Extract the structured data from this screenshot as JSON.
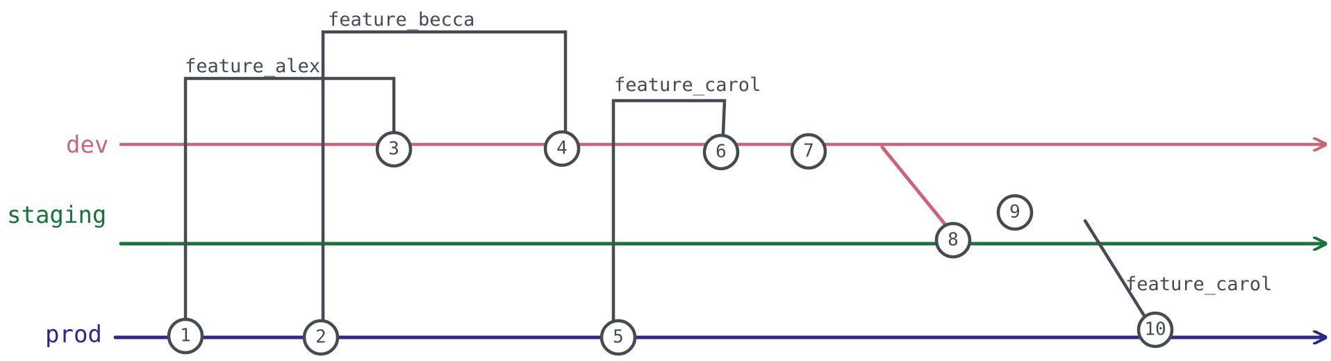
{
  "colors": {
    "dev": "#c9677a",
    "staging": "#18733a",
    "prod": "#2e2889",
    "node": "#464b52",
    "feature": "#454b53"
  },
  "branches": {
    "dev": "dev",
    "staging": "staging",
    "prod": "prod"
  },
  "features": {
    "alex": "feature_alex",
    "becca": "feature_becca",
    "carol": "feature_carol",
    "carol_hotfix": "feature_carol"
  },
  "commits": {
    "c1": "1",
    "c2": "2",
    "c3": "3",
    "c4": "4",
    "c5": "5",
    "c6": "6",
    "c7": "7",
    "c8": "8",
    "c9": "9",
    "c10": "10"
  }
}
